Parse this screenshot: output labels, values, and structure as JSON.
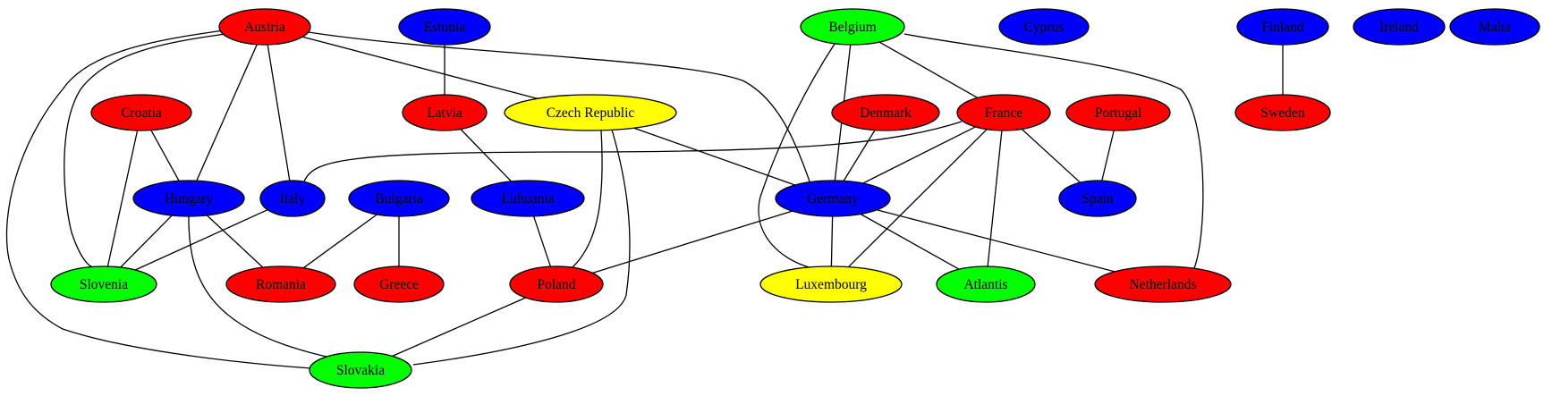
{
  "colors": {
    "red": "#ff0000",
    "green": "#00ff00",
    "blue": "#0000ff",
    "yellow": "#ffff00",
    "stroke": "#000000"
  },
  "nodes": [
    {
      "id": "austria",
      "label": "Austria",
      "color": "red"
    },
    {
      "id": "estonia",
      "label": "Estonia",
      "color": "blue"
    },
    {
      "id": "belgium",
      "label": "Belgium",
      "color": "green"
    },
    {
      "id": "cyprus",
      "label": "Cyprus",
      "color": "blue"
    },
    {
      "id": "finland",
      "label": "Finland",
      "color": "blue"
    },
    {
      "id": "ireland",
      "label": "Ireland",
      "color": "blue"
    },
    {
      "id": "malta",
      "label": "Malta",
      "color": "blue"
    },
    {
      "id": "croatia",
      "label": "Croatia",
      "color": "red"
    },
    {
      "id": "latvia",
      "label": "Latvia",
      "color": "red"
    },
    {
      "id": "czech",
      "label": "Czech Republic",
      "color": "yellow"
    },
    {
      "id": "denmark",
      "label": "Denmark",
      "color": "red"
    },
    {
      "id": "france",
      "label": "France",
      "color": "red"
    },
    {
      "id": "portugal",
      "label": "Portugal",
      "color": "red"
    },
    {
      "id": "sweden",
      "label": "Sweden",
      "color": "red"
    },
    {
      "id": "hungary",
      "label": "Hungary",
      "color": "blue"
    },
    {
      "id": "italy",
      "label": "Italy",
      "color": "blue"
    },
    {
      "id": "bulgaria",
      "label": "Bulgaria",
      "color": "blue"
    },
    {
      "id": "lithuania",
      "label": "Lithuania",
      "color": "blue"
    },
    {
      "id": "germany",
      "label": "Germany",
      "color": "blue"
    },
    {
      "id": "spain",
      "label": "Spain",
      "color": "blue"
    },
    {
      "id": "slovenia",
      "label": "Slovenia",
      "color": "green"
    },
    {
      "id": "romania",
      "label": "Romania",
      "color": "red"
    },
    {
      "id": "greece",
      "label": "Greece",
      "color": "red"
    },
    {
      "id": "poland",
      "label": "Poland",
      "color": "red"
    },
    {
      "id": "luxembourg",
      "label": "Luxembourg",
      "color": "yellow"
    },
    {
      "id": "atlantis",
      "label": "Atlantis",
      "color": "green"
    },
    {
      "id": "netherlands",
      "label": "Netherlands",
      "color": "red"
    },
    {
      "id": "slovakia",
      "label": "Slovakia",
      "color": "green"
    }
  ],
  "edges": [
    [
      "austria",
      "czech"
    ],
    [
      "austria",
      "germany"
    ],
    [
      "austria",
      "hungary"
    ],
    [
      "austria",
      "italy"
    ],
    [
      "austria",
      "slovenia"
    ],
    [
      "austria",
      "slovakia"
    ],
    [
      "estonia",
      "latvia"
    ],
    [
      "latvia",
      "lithuania"
    ],
    [
      "belgium",
      "france"
    ],
    [
      "belgium",
      "germany"
    ],
    [
      "belgium",
      "luxembourg"
    ],
    [
      "belgium",
      "netherlands"
    ],
    [
      "finland",
      "sweden"
    ],
    [
      "croatia",
      "hungary"
    ],
    [
      "croatia",
      "slovenia"
    ],
    [
      "czech",
      "germany"
    ],
    [
      "czech",
      "poland"
    ],
    [
      "czech",
      "slovakia"
    ],
    [
      "denmark",
      "germany"
    ],
    [
      "france",
      "germany"
    ],
    [
      "france",
      "italy"
    ],
    [
      "france",
      "spain"
    ],
    [
      "france",
      "luxembourg"
    ],
    [
      "france",
      "atlantis"
    ],
    [
      "portugal",
      "spain"
    ],
    [
      "hungary",
      "slovenia"
    ],
    [
      "hungary",
      "romania"
    ],
    [
      "hungary",
      "slovakia"
    ],
    [
      "italy",
      "slovenia"
    ],
    [
      "bulgaria",
      "romania"
    ],
    [
      "bulgaria",
      "greece"
    ],
    [
      "lithuania",
      "poland"
    ],
    [
      "germany",
      "poland"
    ],
    [
      "germany",
      "luxembourg"
    ],
    [
      "germany",
      "atlantis"
    ],
    [
      "germany",
      "netherlands"
    ],
    [
      "poland",
      "slovakia"
    ]
  ]
}
